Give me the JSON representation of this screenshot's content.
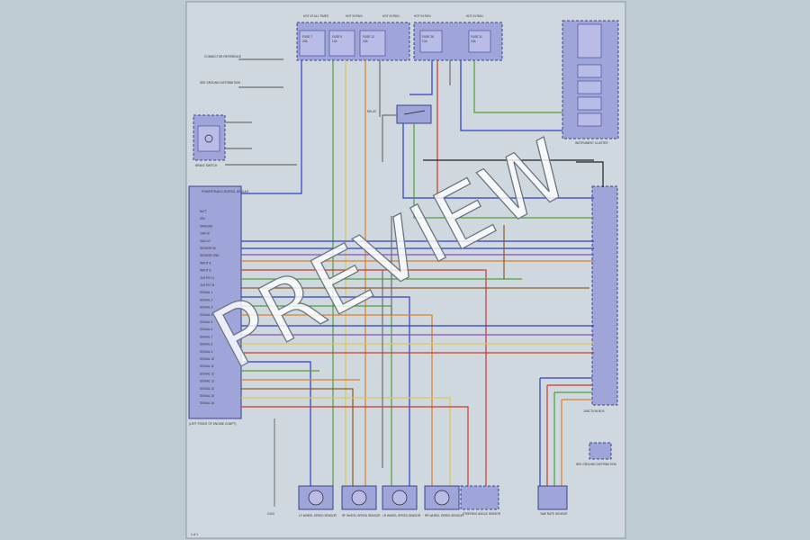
{
  "watermark": "PREVIEW",
  "colors": {
    "page_bg": "#bfcbd2",
    "sheet_bg": "#cfd8de",
    "box_fill": "#9fa4d9",
    "box_stroke": "#3b4490",
    "wire_blue": "#2d3fc7",
    "wire_green": "#4ea13c",
    "wire_yellow": "#d9c95a",
    "wire_orange": "#d9822b",
    "wire_red": "#c93a2a",
    "wire_violet": "#8a4fbf",
    "wire_brown": "#8a5a2a",
    "wire_black": "#222222",
    "wire_gray": "#6e6e6e"
  },
  "fuse_boxes": {
    "top_left": {
      "header_1": "HOT AT ALL TIMES",
      "header_2": "HOT IN RUN",
      "header_3": "HOT IN RUN",
      "fuses": [
        {
          "name": "FUSE 7",
          "rating": "20A"
        },
        {
          "name": "FUSE 9",
          "rating": "10A"
        },
        {
          "name": "FUSE 12",
          "rating": "15A"
        }
      ]
    },
    "top_right": {
      "header_1": "HOT IN RUN",
      "header_2": "HOT IN RUN",
      "fuses": [
        {
          "name": "FUSE 28",
          "rating": "10A"
        },
        {
          "name": "FUSE 31",
          "rating": "15A"
        }
      ]
    }
  },
  "left_notes": {
    "note_1": "CONNECTOR REFERENCE",
    "note_2": "SEE GROUND DISTRIBUTION",
    "switch_caption": "BRAKE SWITCH"
  },
  "ecm": {
    "title": "POWERTRAIN CONTROL MODULE",
    "footer": "(LEFT FRONT OF ENGINE COMPT)",
    "pins": [
      "BATT",
      "IGN",
      "GROUND",
      "CAN HI",
      "CAN LO",
      "SENSOR 5V",
      "SENSOR GND",
      "INPUT A",
      "INPUT B",
      "OUTPUT A",
      "OUTPUT B",
      "SIGNAL 1",
      "SIGNAL 2",
      "SIGNAL 3",
      "SIGNAL 4",
      "SIGNAL 5",
      "SIGNAL 6",
      "SIGNAL 7",
      "SIGNAL 8",
      "SIGNAL 9",
      "SIGNAL 10",
      "SIGNAL 11",
      "SIGNAL 12",
      "SIGNAL 13",
      "SIGNAL 14",
      "SIGNAL 15",
      "SIGNAL 16"
    ]
  },
  "right_modules": {
    "instrument_cluster": "INSTRUMENT CLUSTER",
    "junction_box": "JUNCTION BOX",
    "relay_caption": "RELAY"
  },
  "sensors": [
    {
      "name": "LF WHEEL SPEED SENSOR"
    },
    {
      "name": "RF WHEEL SPEED SENSOR"
    },
    {
      "name": "LR WHEEL SPEED SENSOR"
    },
    {
      "name": "RR WHEEL SPEED SENSOR"
    }
  ],
  "bottom_labels": {
    "ground_left": "G100",
    "steering_angle": "STEERING ANGLE SENSOR",
    "yaw_rate": "YAW RATE SENSOR",
    "ground_right_note": "SEE GROUND DISTRIBUTION"
  },
  "page_number": "1 of 1"
}
